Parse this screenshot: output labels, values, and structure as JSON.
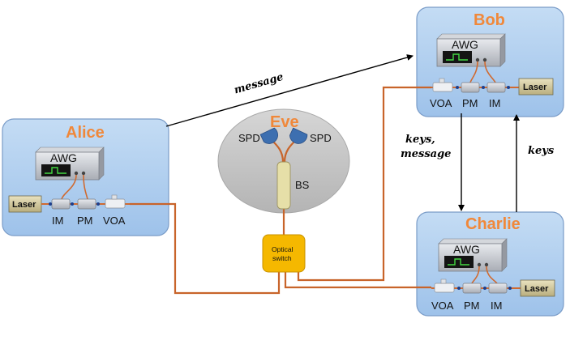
{
  "parties": {
    "alice": {
      "name": "Alice"
    },
    "bob": {
      "name": "Bob"
    },
    "charlie": {
      "name": "Charlie"
    },
    "eve": {
      "name": "Eve"
    }
  },
  "components": {
    "awg": "AWG",
    "laser": "Laser",
    "im": "IM",
    "pm": "PM",
    "voa": "VOA",
    "spd": "SPD",
    "bs": "BS",
    "optical_switch_line1": "Optical",
    "optical_switch_line2": "switch"
  },
  "links": {
    "alice_to_bob": "message",
    "bob_to_charlie_line1": "keys,",
    "bob_to_charlie_line2": "message",
    "charlie_to_bob": "keys"
  },
  "colors": {
    "box_fill": "#b3d1f0",
    "box_stroke": "#7a9cc8",
    "party_title": "#f0883a",
    "fiber": "#c8642a",
    "eve_ellipse": "#c8c8c8",
    "switch_fill": "#f5b800",
    "laser_fill": "#d8d0a8",
    "bs_fill": "#e6dfa8",
    "spd_fill": "#3d6fb0"
  }
}
